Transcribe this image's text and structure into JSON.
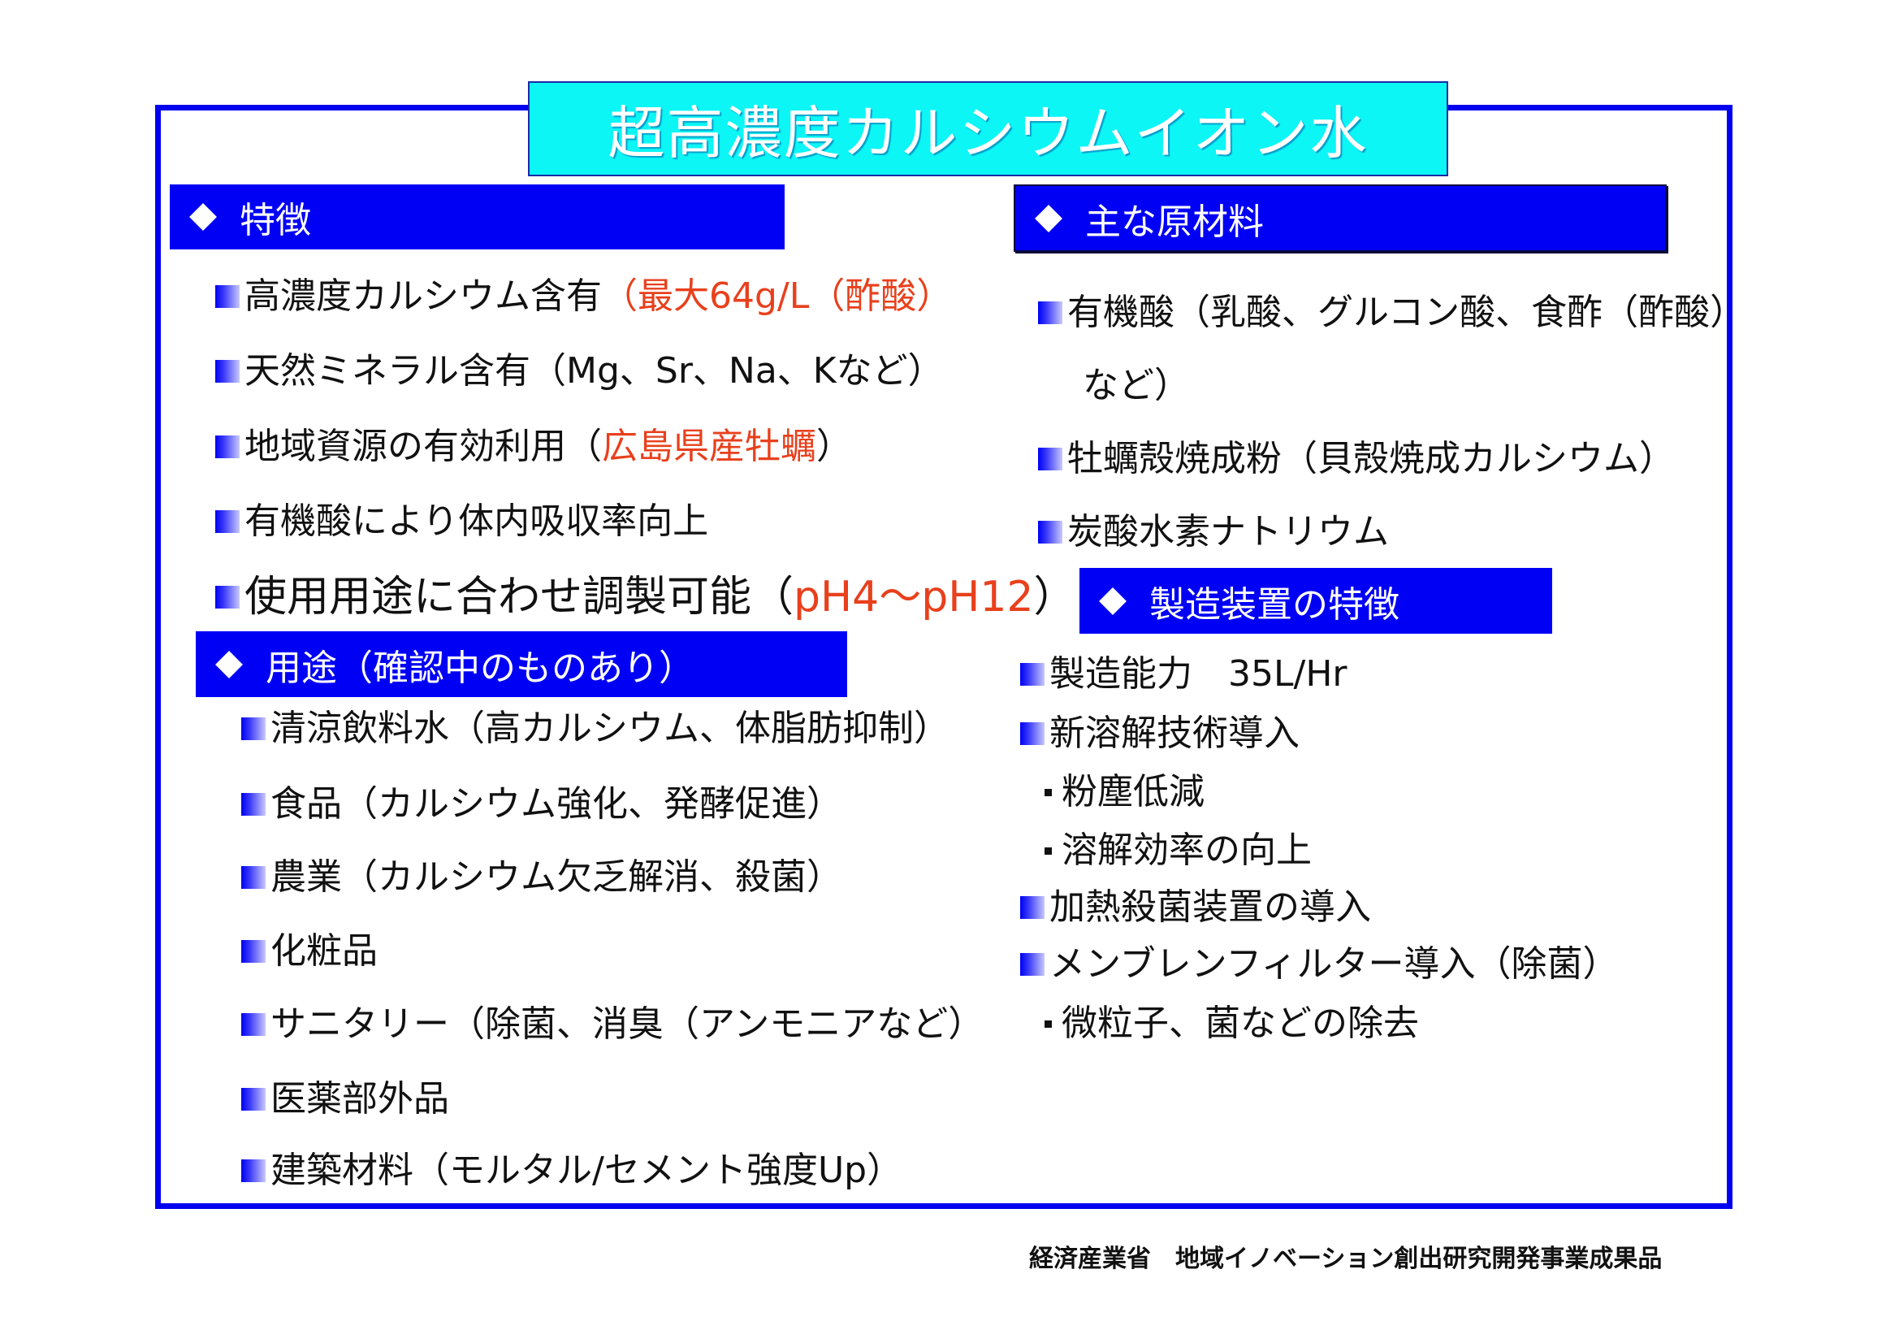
{
  "title": "超高濃度カルシウムイオン水",
  "colors": {
    "frame_border": "#0000F0",
    "title_bg": "#0CF6F6",
    "header_bg": "#0000F5",
    "highlight_red": "#E8401C"
  },
  "features": {
    "header": "特徴",
    "items": [
      {
        "text": "高濃度カルシウム含有 ",
        "highlight": "（最大64g/L（酢酸）"
      },
      {
        "text": "天然ミネラル含有（Mg、Sr、Na、Kなど）"
      },
      {
        "text": "地域資源の有効利用（",
        "highlight": "広島県産牡蠣",
        "suffix": "）"
      },
      {
        "text": "有機酸により体内吸収率向上"
      },
      {
        "text": "使用用途に合わせ調製可能（",
        "highlight": "pH4～pH12",
        "suffix": "）"
      }
    ]
  },
  "uses": {
    "header": "用途（確認中のものあり）",
    "items": [
      "清涼飲料水（高カルシウム、体脂肪抑制）",
      "食品（カルシウム強化、発酵促進）",
      "農業（カルシウム欠乏解消、殺菌）",
      "化粧品",
      "サニタリー（除菌、消臭（アンモニアなど）",
      "医薬部外品",
      "建築材料（モルタル/セメント強度Up）"
    ]
  },
  "materials": {
    "header": "主な原材料",
    "items": [
      "有機酸（乳酸、グルコン酸、食酢（酢酸）",
      "など）",
      "牡蠣殻焼成粉（貝殻焼成カルシウム）",
      "炭酸水素ナトリウム"
    ]
  },
  "equipment": {
    "header": "製造装置の特徴",
    "items": [
      "製造能力　35L/Hr",
      "新溶解技術導入",
      "粉塵低減",
      "溶解効率の向上",
      "加熱殺菌装置の導入",
      "メンブレンフィルター導入（除菌）",
      "微粒子、菌などの除去"
    ]
  },
  "footer": "経済産業省　地域イノベーション創出研究開発事業成果品"
}
